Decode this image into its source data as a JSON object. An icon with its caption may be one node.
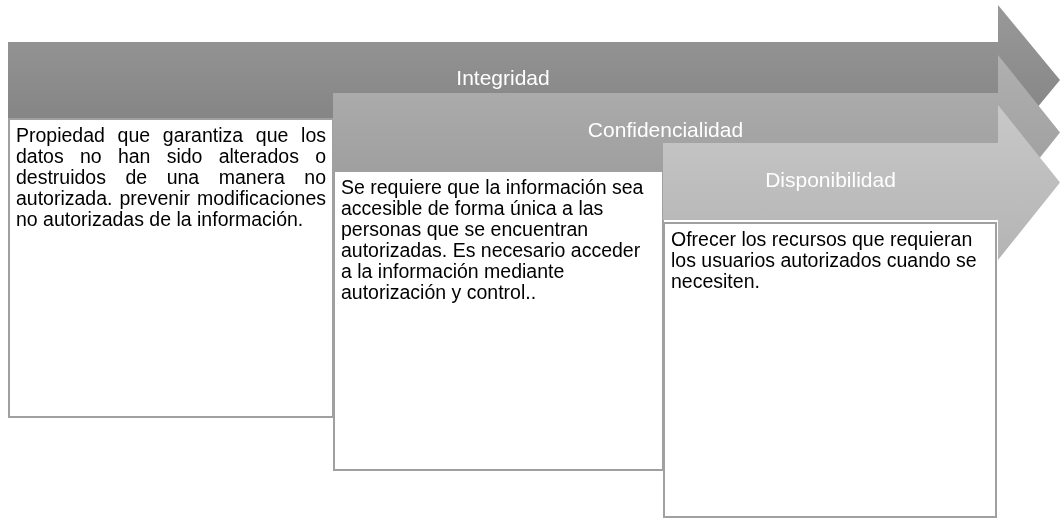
{
  "diagram": {
    "nodes": [
      {
        "text": [
          "Integridad"
        ]
      },
      {
        "text": [
          "Propiedad que garantiza que los datos no han sido alterados o destruidos de una manera no autorizada. prevenir modificaciones no autorizadas de la información."
        ]
      },
      {
        "text": [
          "Confidencialidad"
        ]
      },
      {
        "text": [
          "Se requiere que la información sea accesible de forma única a las personas que se encuentran autorizadas. Es necesario acceder a la información mediante autorización y control.."
        ]
      },
      {
        "text": [
          "Disponibilidad"
        ]
      },
      {
        "text": [
          "Ofrecer los recursos que requieran los usuarios autorizados cuando se necesiten."
        ]
      }
    ],
    "edges": []
  }
}
